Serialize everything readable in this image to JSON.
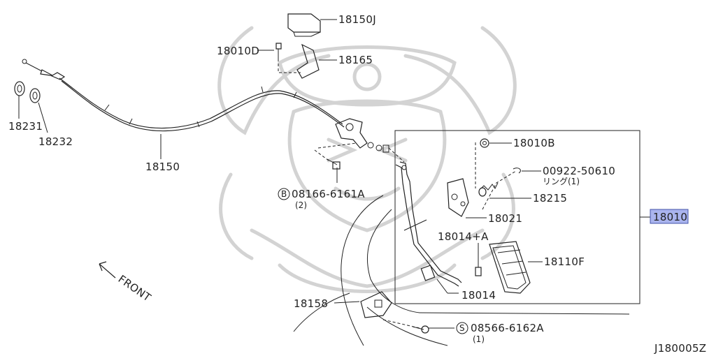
{
  "diagram": {
    "figure_code": "J180005Z",
    "highlight_color": "#aab4ee",
    "line_color": "#222222",
    "watermark_color": "#cfcfcf",
    "front_label": "FRONT",
    "parts": [
      {
        "id": "p18150J",
        "label": "18150J"
      },
      {
        "id": "p18010D",
        "label": "18010D"
      },
      {
        "id": "p18165",
        "label": "18165"
      },
      {
        "id": "p18231",
        "label": "18231"
      },
      {
        "id": "p18232",
        "label": "18232"
      },
      {
        "id": "p18150",
        "label": "18150"
      },
      {
        "id": "p08166",
        "label": "08166-6161A",
        "prefix": "B",
        "qty": "(2)"
      },
      {
        "id": "p18010B",
        "label": "18010B"
      },
      {
        "id": "p00922",
        "label": "00922-50610",
        "sub": "リング(1)"
      },
      {
        "id": "p18215",
        "label": "18215"
      },
      {
        "id": "p18021",
        "label": "18021"
      },
      {
        "id": "p18014A",
        "label": "18014+A"
      },
      {
        "id": "p18110F",
        "label": "18110F"
      },
      {
        "id": "p18014",
        "label": "18014"
      },
      {
        "id": "p18158",
        "label": "18158"
      },
      {
        "id": "p08566",
        "label": "08566-6162A",
        "prefix": "S",
        "qty": "(1)"
      },
      {
        "id": "p18010",
        "label": "18010",
        "highlighted": true
      }
    ]
  }
}
